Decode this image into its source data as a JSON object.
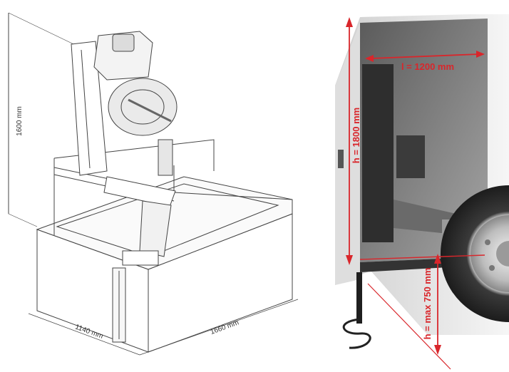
{
  "left_figure": {
    "height_label": "1600 mm",
    "depth_label": "1140 mm",
    "width_label": "1660 mm"
  },
  "right_photo": {
    "length_label": "l = 1200 mm",
    "height_label": "h = 1800 mm",
    "max_height_label": "h = max 750 mm"
  },
  "colors": {
    "measure_red": "#d9262b",
    "line_gray": "#444444",
    "van_gray": "#8e8e8e"
  }
}
